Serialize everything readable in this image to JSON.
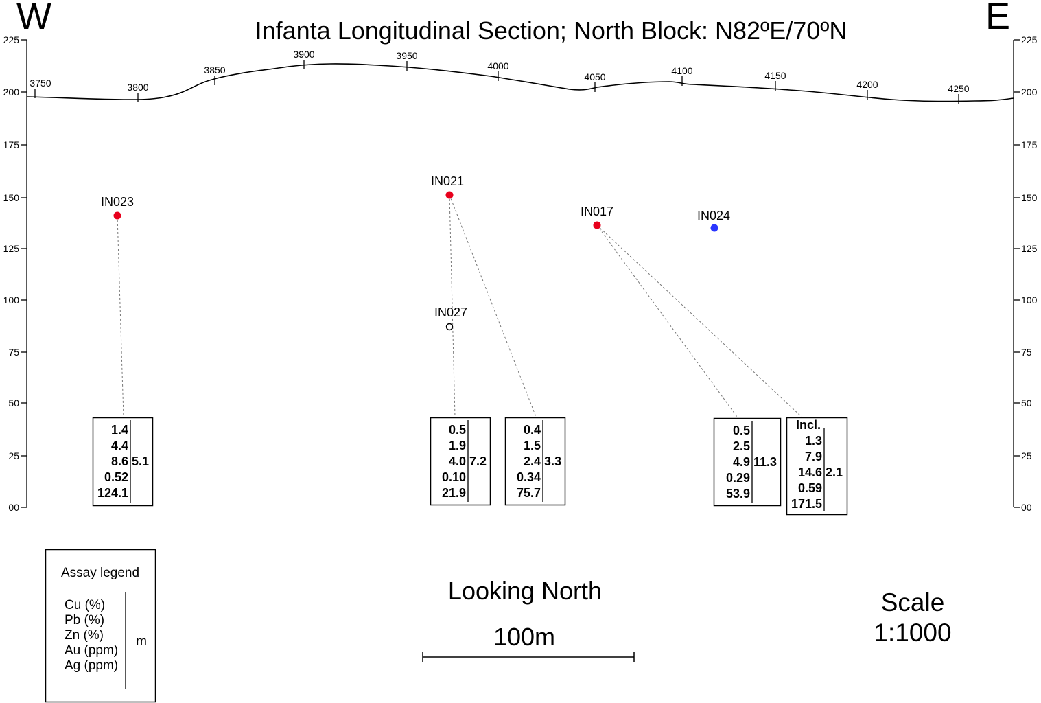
{
  "title": "Infanta Longitudinal Section; North Block: N82ºE/70ºN",
  "compass": {
    "west": "W",
    "east": "E"
  },
  "elevation_ticks": [
    "225",
    "200",
    "175",
    "150",
    "125",
    "100",
    "75",
    "50",
    "25",
    "00"
  ],
  "chainage_ticks": [
    "3750",
    "3800",
    "3850",
    "3900",
    "3950",
    "4000",
    "4050",
    "4100",
    "4150",
    "4200",
    "4250"
  ],
  "holes": [
    {
      "id": "IN023",
      "status": "drilled",
      "color": "#e8001c"
    },
    {
      "id": "IN021",
      "status": "drilled",
      "color": "#e8001c"
    },
    {
      "id": "IN017",
      "status": "drilled",
      "color": "#e8001c"
    },
    {
      "id": "IN024",
      "status": "other",
      "color": "#2a36ff"
    },
    {
      "id": "IN027",
      "status": "open",
      "color": "#000000"
    }
  ],
  "assays": [
    {
      "hole": "IN023",
      "heading": "",
      "values": [
        "1.4",
        "4.4",
        "8.6",
        "0.52",
        "124.1"
      ],
      "width": "5.1"
    },
    {
      "hole": "IN027",
      "heading": "",
      "values": [
        "0.5",
        "1.9",
        "4.0",
        "0.10",
        "21.9"
      ],
      "width": "7.2"
    },
    {
      "hole": "IN021",
      "heading": "",
      "values": [
        "0.4",
        "1.5",
        "2.4",
        "0.34",
        "75.7"
      ],
      "width": "3.3"
    },
    {
      "hole": "IN017",
      "heading": "",
      "values": [
        "0.5",
        "2.5",
        "4.9",
        "0.29",
        "53.9"
      ],
      "width": "11.3"
    },
    {
      "hole": "IN017",
      "heading": "Incl.",
      "values": [
        "1.3",
        "7.9",
        "14.6",
        "0.59",
        "171.5"
      ],
      "width": "2.1"
    }
  ],
  "legend": {
    "title": "Assay legend",
    "items": [
      "Cu (%)",
      "Pb (%)",
      "Zn (%)",
      "Au (ppm)",
      "Ag (ppm)"
    ],
    "width_label": "m"
  },
  "view_label": "Looking North",
  "scale_bar_label": "100m",
  "scale_title": "Scale",
  "scale_ratio": "1:1000"
}
